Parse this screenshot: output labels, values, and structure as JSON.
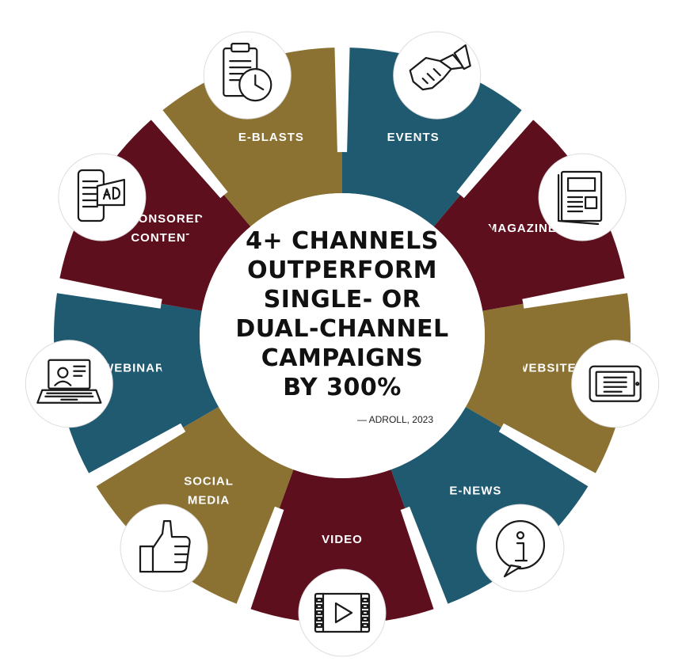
{
  "colors": {
    "teal": "#1f5a70",
    "maroon": "#5e0f1d",
    "gold": "#8c7232",
    "white": "#ffffff",
    "text_dark": "#111111"
  },
  "center": {
    "headline_lines": [
      "4+ CHANNELS",
      "OUTPERFORM",
      "SINGLE- OR",
      "DUAL-CHANNEL",
      "CAMPAIGNS",
      "BY 300%"
    ],
    "source": "— ADROLL, 2023"
  },
  "segments": [
    {
      "id": "events",
      "label_lines": [
        "EVENTS"
      ],
      "color": "teal",
      "icon": "handshake-icon"
    },
    {
      "id": "magazine",
      "label_lines": [
        "MAGAZINE"
      ],
      "color": "maroon",
      "icon": "magazine-icon"
    },
    {
      "id": "website",
      "label_lines": [
        "WEBSITE"
      ],
      "color": "gold",
      "icon": "tablet-icon"
    },
    {
      "id": "e-news",
      "label_lines": [
        "E-NEWS"
      ],
      "color": "teal",
      "icon": "info-bubble-icon"
    },
    {
      "id": "video",
      "label_lines": [
        "VIDEO"
      ],
      "color": "maroon",
      "icon": "film-play-icon"
    },
    {
      "id": "social-media",
      "label_lines": [
        "SOCIAL",
        "MEDIA"
      ],
      "color": "gold",
      "icon": "thumbs-up-icon"
    },
    {
      "id": "webinars",
      "label_lines": [
        "WEBINARS"
      ],
      "color": "teal",
      "icon": "laptop-presentation-icon"
    },
    {
      "id": "sponsored-content",
      "label_lines": [
        "SPONSORED",
        "CONTENT"
      ],
      "color": "maroon",
      "icon": "phone-ad-icon"
    },
    {
      "id": "e-blasts",
      "label_lines": [
        "E-BLASTS"
      ],
      "color": "gold",
      "icon": "clipboard-clock-icon"
    }
  ]
}
